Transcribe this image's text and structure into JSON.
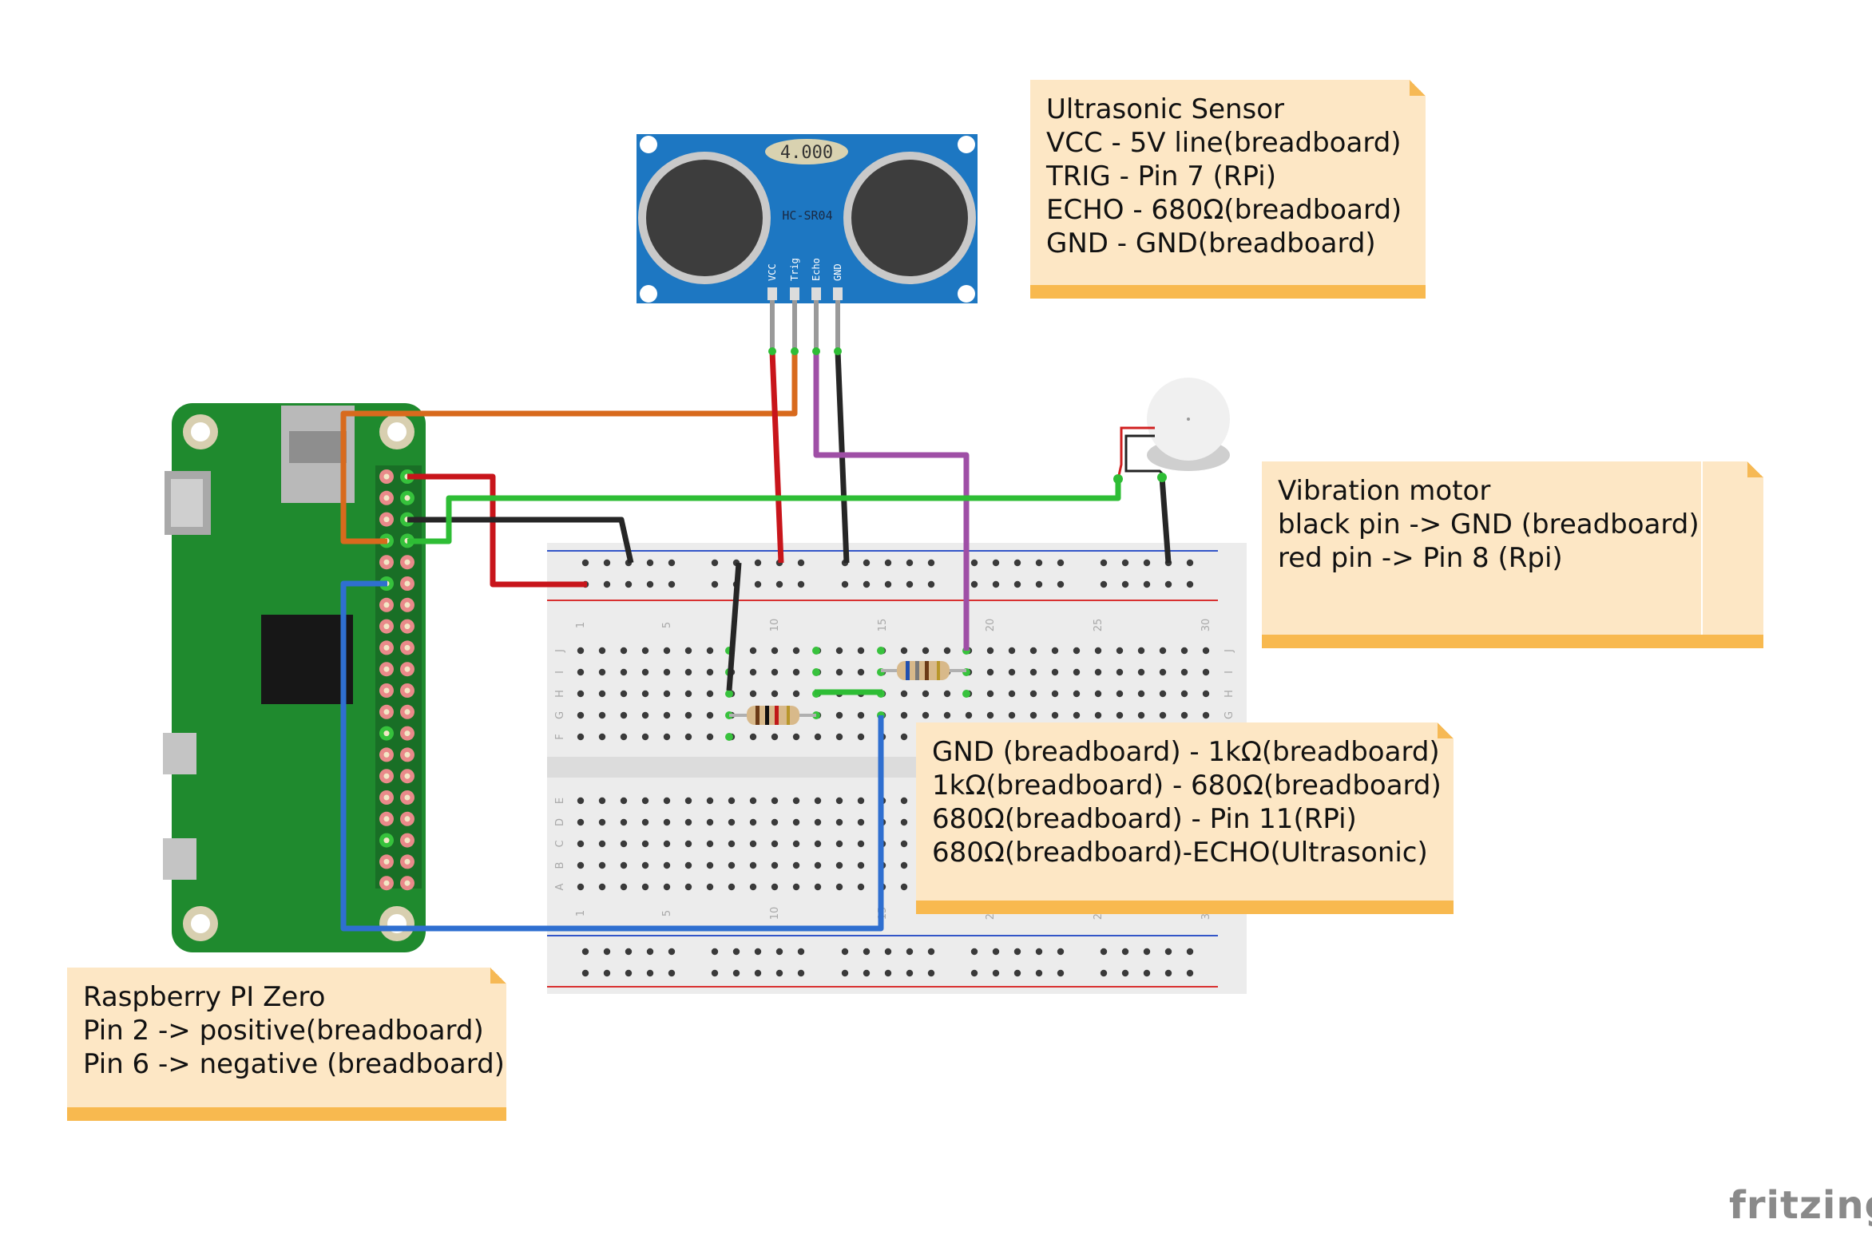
{
  "notes": {
    "ultrasonic": {
      "lines": [
        "Ultrasonic Sensor",
        "VCC - 5V line(breadboard)",
        "TRIG - Pin 7 (RPi)",
        "ECHO - 680Ω(breadboard)",
        "GND - GND(breadboard)"
      ]
    },
    "vibration": {
      "lines": [
        "Vibration motor",
        "black pin -> GND (breadboard)",
        "red pin -> Pin 8 (Rpi)"
      ]
    },
    "resistors": {
      "lines": [
        "GND (breadboard) - 1kΩ(breadboard)",
        "1kΩ(breadboard) - 680Ω(breadboard)",
        "680Ω(breadboard) - Pin 11(RPi)",
        "680Ω(breadboard)-ECHO(Ultrasonic)"
      ]
    },
    "rpi": {
      "lines": [
        "Raspberry PI Zero",
        "Pin 2 -> positive(breadboard)",
        "Pin 6 -> negative (breadboard)"
      ]
    }
  },
  "sensor": {
    "display": "4.000",
    "model": "HC-SR04",
    "pins": [
      "VCC",
      "Trig",
      "Echo",
      "GND"
    ]
  },
  "breadboard": {
    "row_letters_top": [
      "J",
      "I",
      "H",
      "G",
      "F"
    ],
    "row_letters_bottom": [
      "E",
      "D",
      "C",
      "B",
      "A"
    ],
    "column_numbers": [
      "1",
      "5",
      "10",
      "15",
      "20",
      "25",
      "30"
    ]
  },
  "brand": "fritzing",
  "colors": {
    "wire_red": "#c8151b",
    "wire_black": "#262626",
    "wire_green": "#2ebd35",
    "wire_blue": "#2f6fd0",
    "wire_orange": "#d86a1d",
    "wire_purple": "#9f4fa6",
    "pcb_green": "#1f8a2e",
    "sensor_blue": "#1d77c2",
    "note_fill": "#fde7c5",
    "note_bar": "#f8b94f"
  }
}
